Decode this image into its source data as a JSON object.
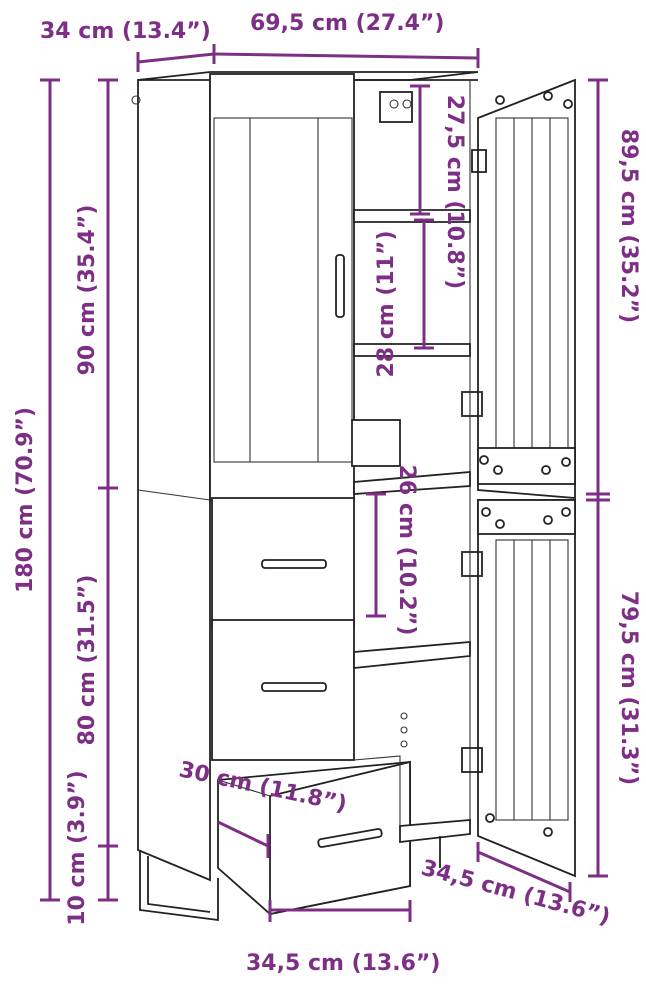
{
  "colors": {
    "dimension": "#7d2f86",
    "line": "#222222",
    "background": "#ffffff"
  },
  "dimensions": {
    "depth_top": "34 cm (13.4”)",
    "width_top": "69,5 cm (27.4”)",
    "height_total": "180 cm (70.9”)",
    "height_upper": "90 cm (35.4”)",
    "height_lower": "80 cm (31.5”)",
    "height_legs": "10 cm (3.9”)",
    "shelf_top": "27,5 cm (10.8”)",
    "shelf_mid": "28 cm (11”)",
    "shelf_lower": "26 cm (10.2”)",
    "door_upper": "89,5 cm (35.2”)",
    "door_lower": "79,5 cm (31.3”)",
    "drawer_depth": "30 cm (11.8”)",
    "drawer_width": "34,5 cm (13.6”)",
    "door_width": "34,5 cm (13.6”)"
  }
}
